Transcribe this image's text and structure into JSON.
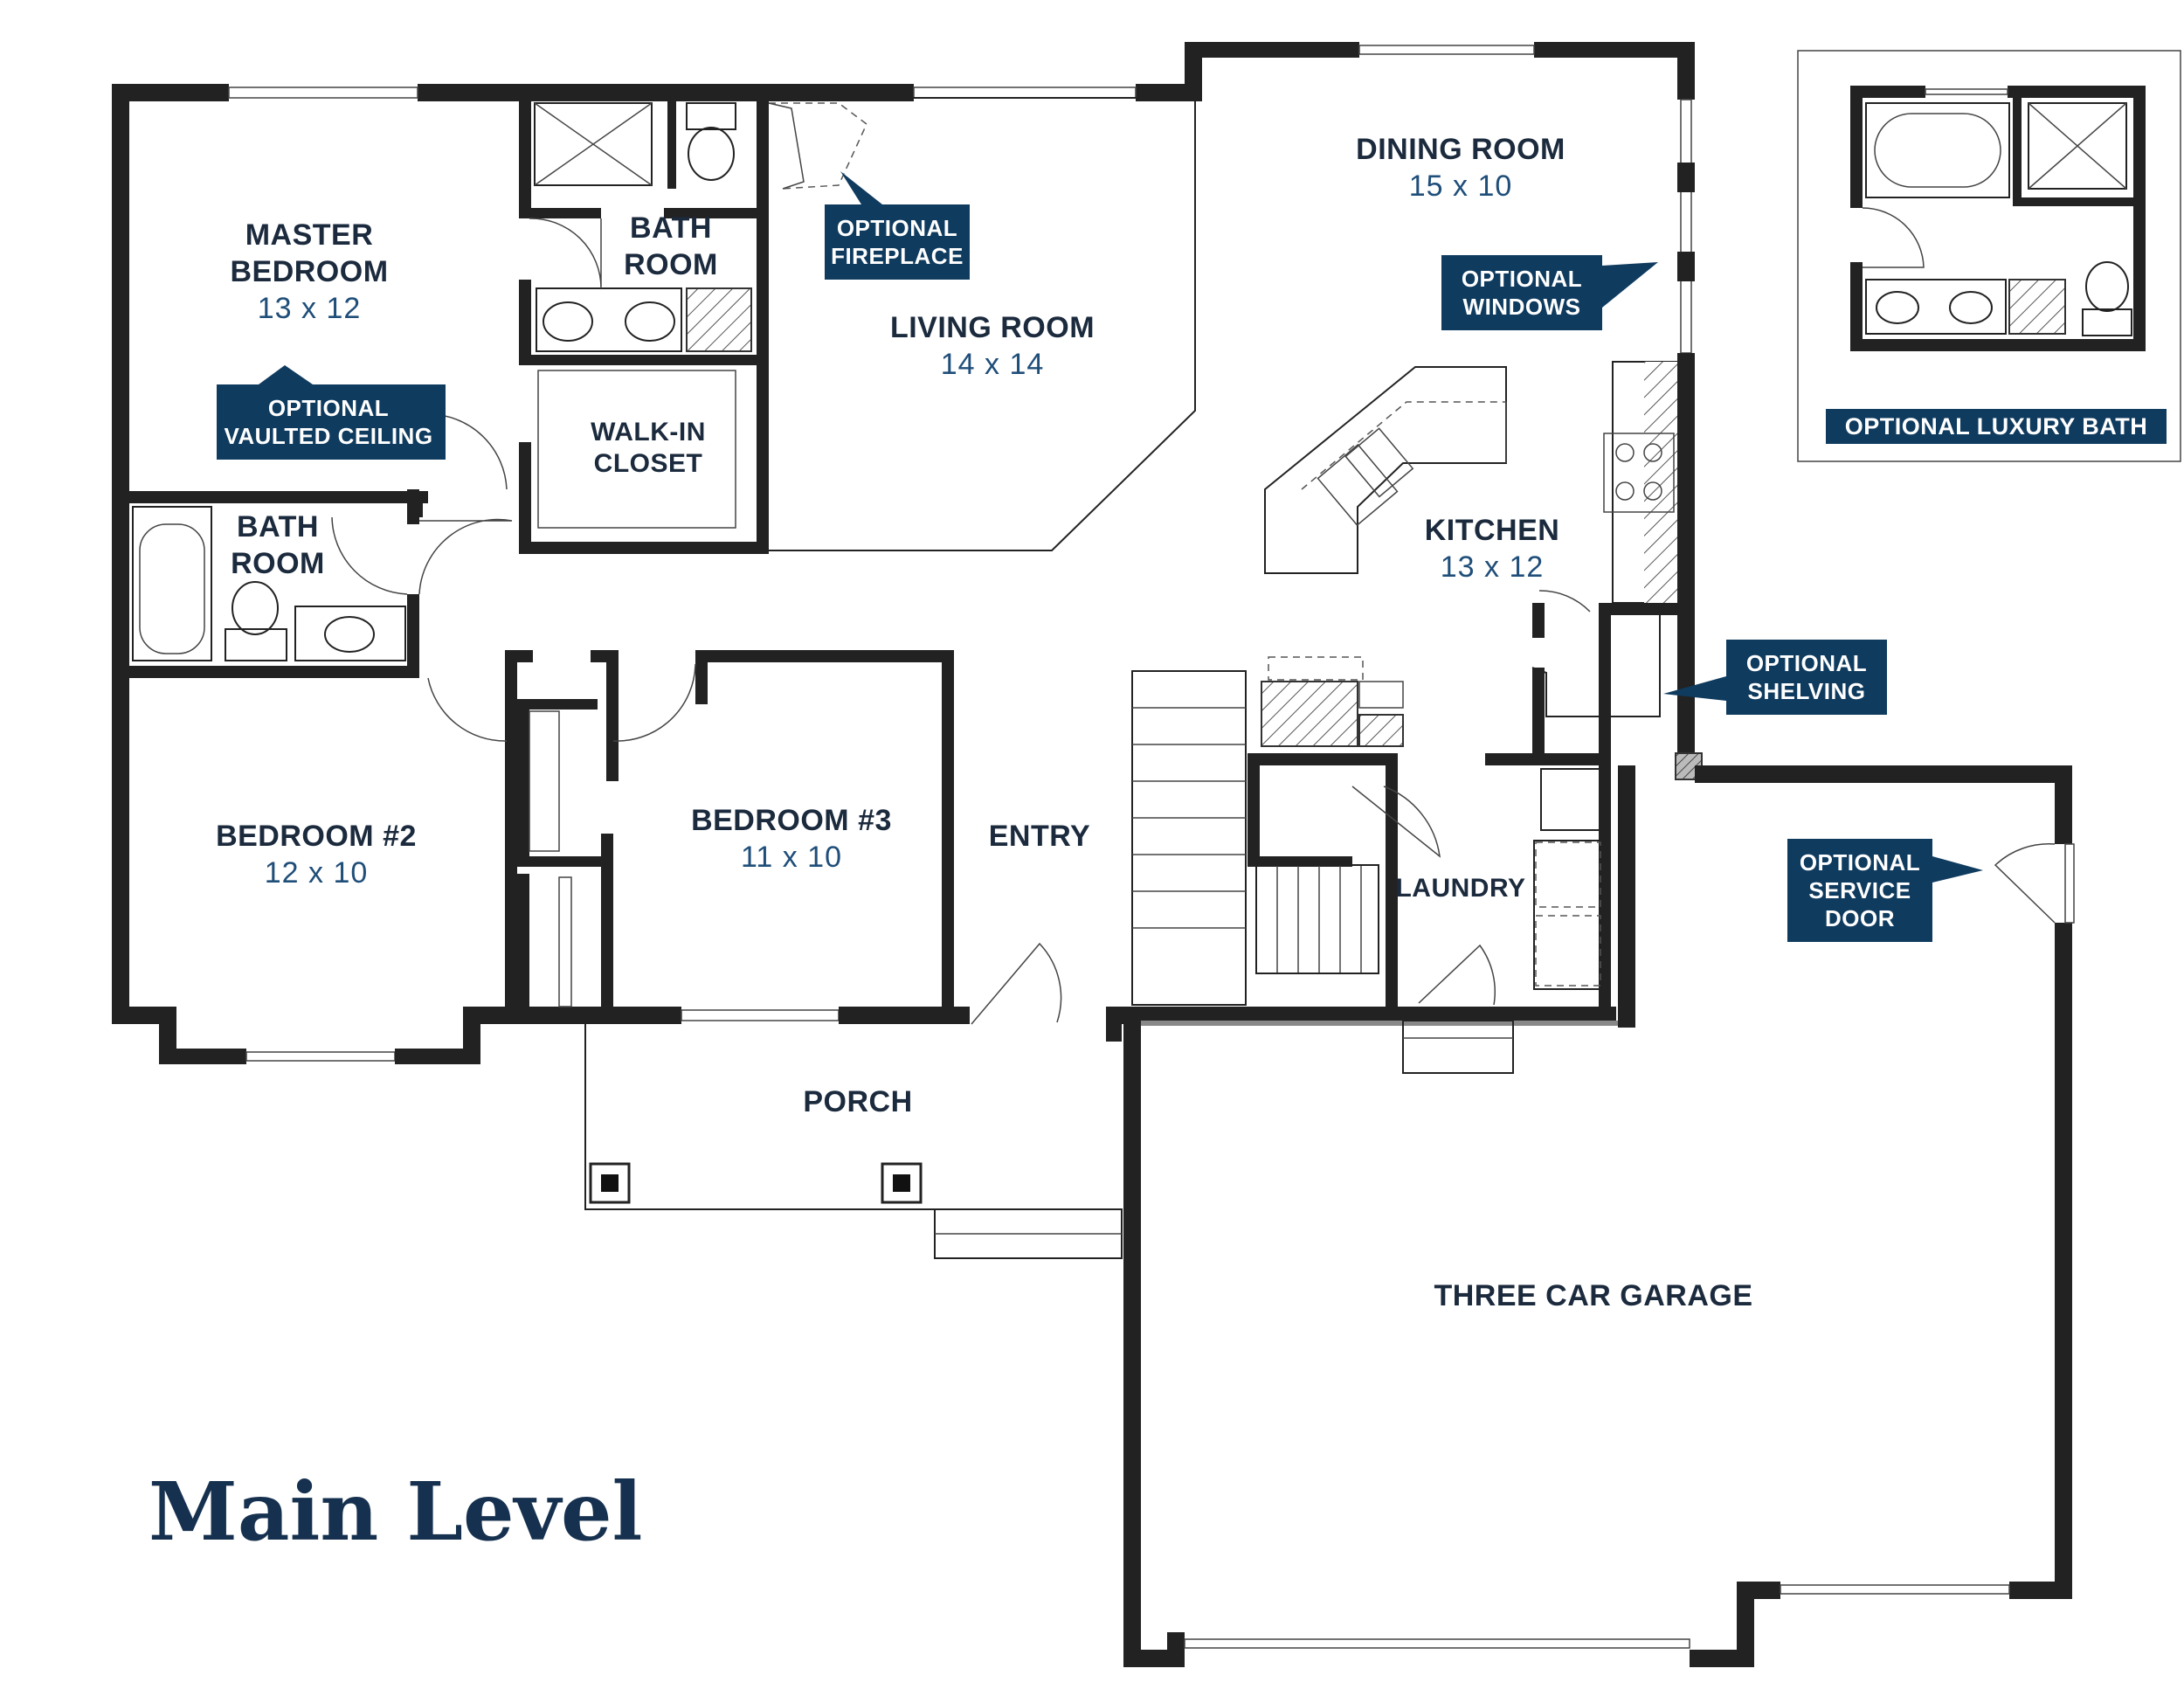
{
  "title": "Main Level",
  "rooms": {
    "master_bedroom": {
      "line1": "MASTER",
      "line2": "BEDROOM",
      "dims": "13 x 12"
    },
    "master_bath": {
      "line1": "BATH",
      "line2": "ROOM"
    },
    "walkin_closet": {
      "line1": "WALK-IN",
      "line2": "CLOSET"
    },
    "living_room": {
      "name": "LIVING ROOM",
      "dims": "14 x 14"
    },
    "dining_room": {
      "name": "DINING ROOM",
      "dims": "15 x 10"
    },
    "kitchen": {
      "name": "KITCHEN",
      "dims": "13 x 12"
    },
    "hall_bath": {
      "line1": "BATH",
      "line2": "ROOM"
    },
    "bedroom2": {
      "name": "BEDROOM #2",
      "dims": "12 x 10"
    },
    "bedroom3": {
      "name": "BEDROOM #3",
      "dims": "11 x 10"
    },
    "entry": {
      "name": "ENTRY"
    },
    "laundry": {
      "name": "LAUNDRY"
    },
    "porch": {
      "name": "PORCH"
    },
    "garage": {
      "name": "THREE CAR GARAGE"
    }
  },
  "callouts": {
    "fireplace": {
      "line1": "OPTIONAL",
      "line2": "FIREPLACE"
    },
    "windows": {
      "line1": "OPTIONAL",
      "line2": "WINDOWS"
    },
    "vaulted": {
      "line1": "OPTIONAL",
      "line2": "VAULTED CEILING"
    },
    "shelving": {
      "line1": "OPTIONAL",
      "line2": "SHELVING"
    },
    "service_door": {
      "line1": "OPTIONAL",
      "line2": "SERVICE",
      "line3": "DOOR"
    },
    "luxury_bath": {
      "label": "OPTIONAL LUXURY BATH"
    }
  },
  "colors": {
    "callout": "#0f3b5f",
    "wall": "#222222",
    "dims": "#1f4e79"
  }
}
